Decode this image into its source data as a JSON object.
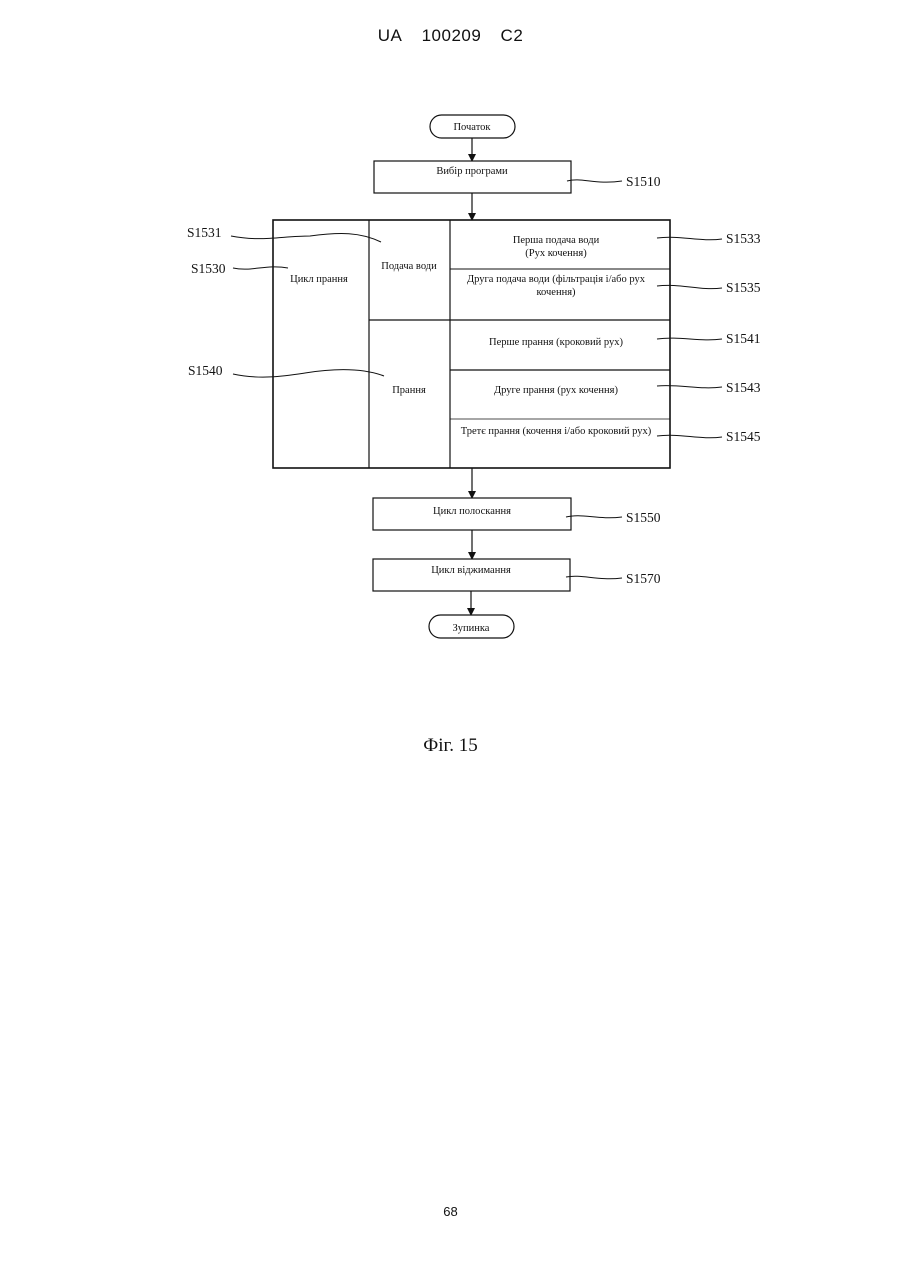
{
  "header": {
    "country": "UA",
    "number": "100209",
    "kind": "C2"
  },
  "flowchart": {
    "start": "Початок",
    "select_program": "Вибір програми",
    "wash_cycle": "Цикл прання",
    "water_supply": "Подача води",
    "washing": "Прання",
    "first_water_supply_line1": "Перша подача води",
    "first_water_supply_line2": "(Рух кочення)",
    "second_water_supply_line1": "Друга подача води (фільтрація і/або рух",
    "second_water_supply_line2": "кочення)",
    "first_wash": "Перше прання (кроковий рух)",
    "second_wash": "Друге прання (рух кочення)",
    "third_wash": "Третє прання (кочення і/або кроковий рух)",
    "rinse_cycle": "Цикл полоскання",
    "spin_cycle": "Цикл віджимання",
    "stop": "Зупинка"
  },
  "step_labels": {
    "s1510": "S1510",
    "s1531": "S1531",
    "s1530": "S1530",
    "s1533": "S1533",
    "s1535": "S1535",
    "s1540": "S1540",
    "s1541": "S1541",
    "s1543": "S1543",
    "s1545": "S1545",
    "s1550": "S1550",
    "s1570": "S1570"
  },
  "caption": "Фіг. 15",
  "page_number": "68"
}
